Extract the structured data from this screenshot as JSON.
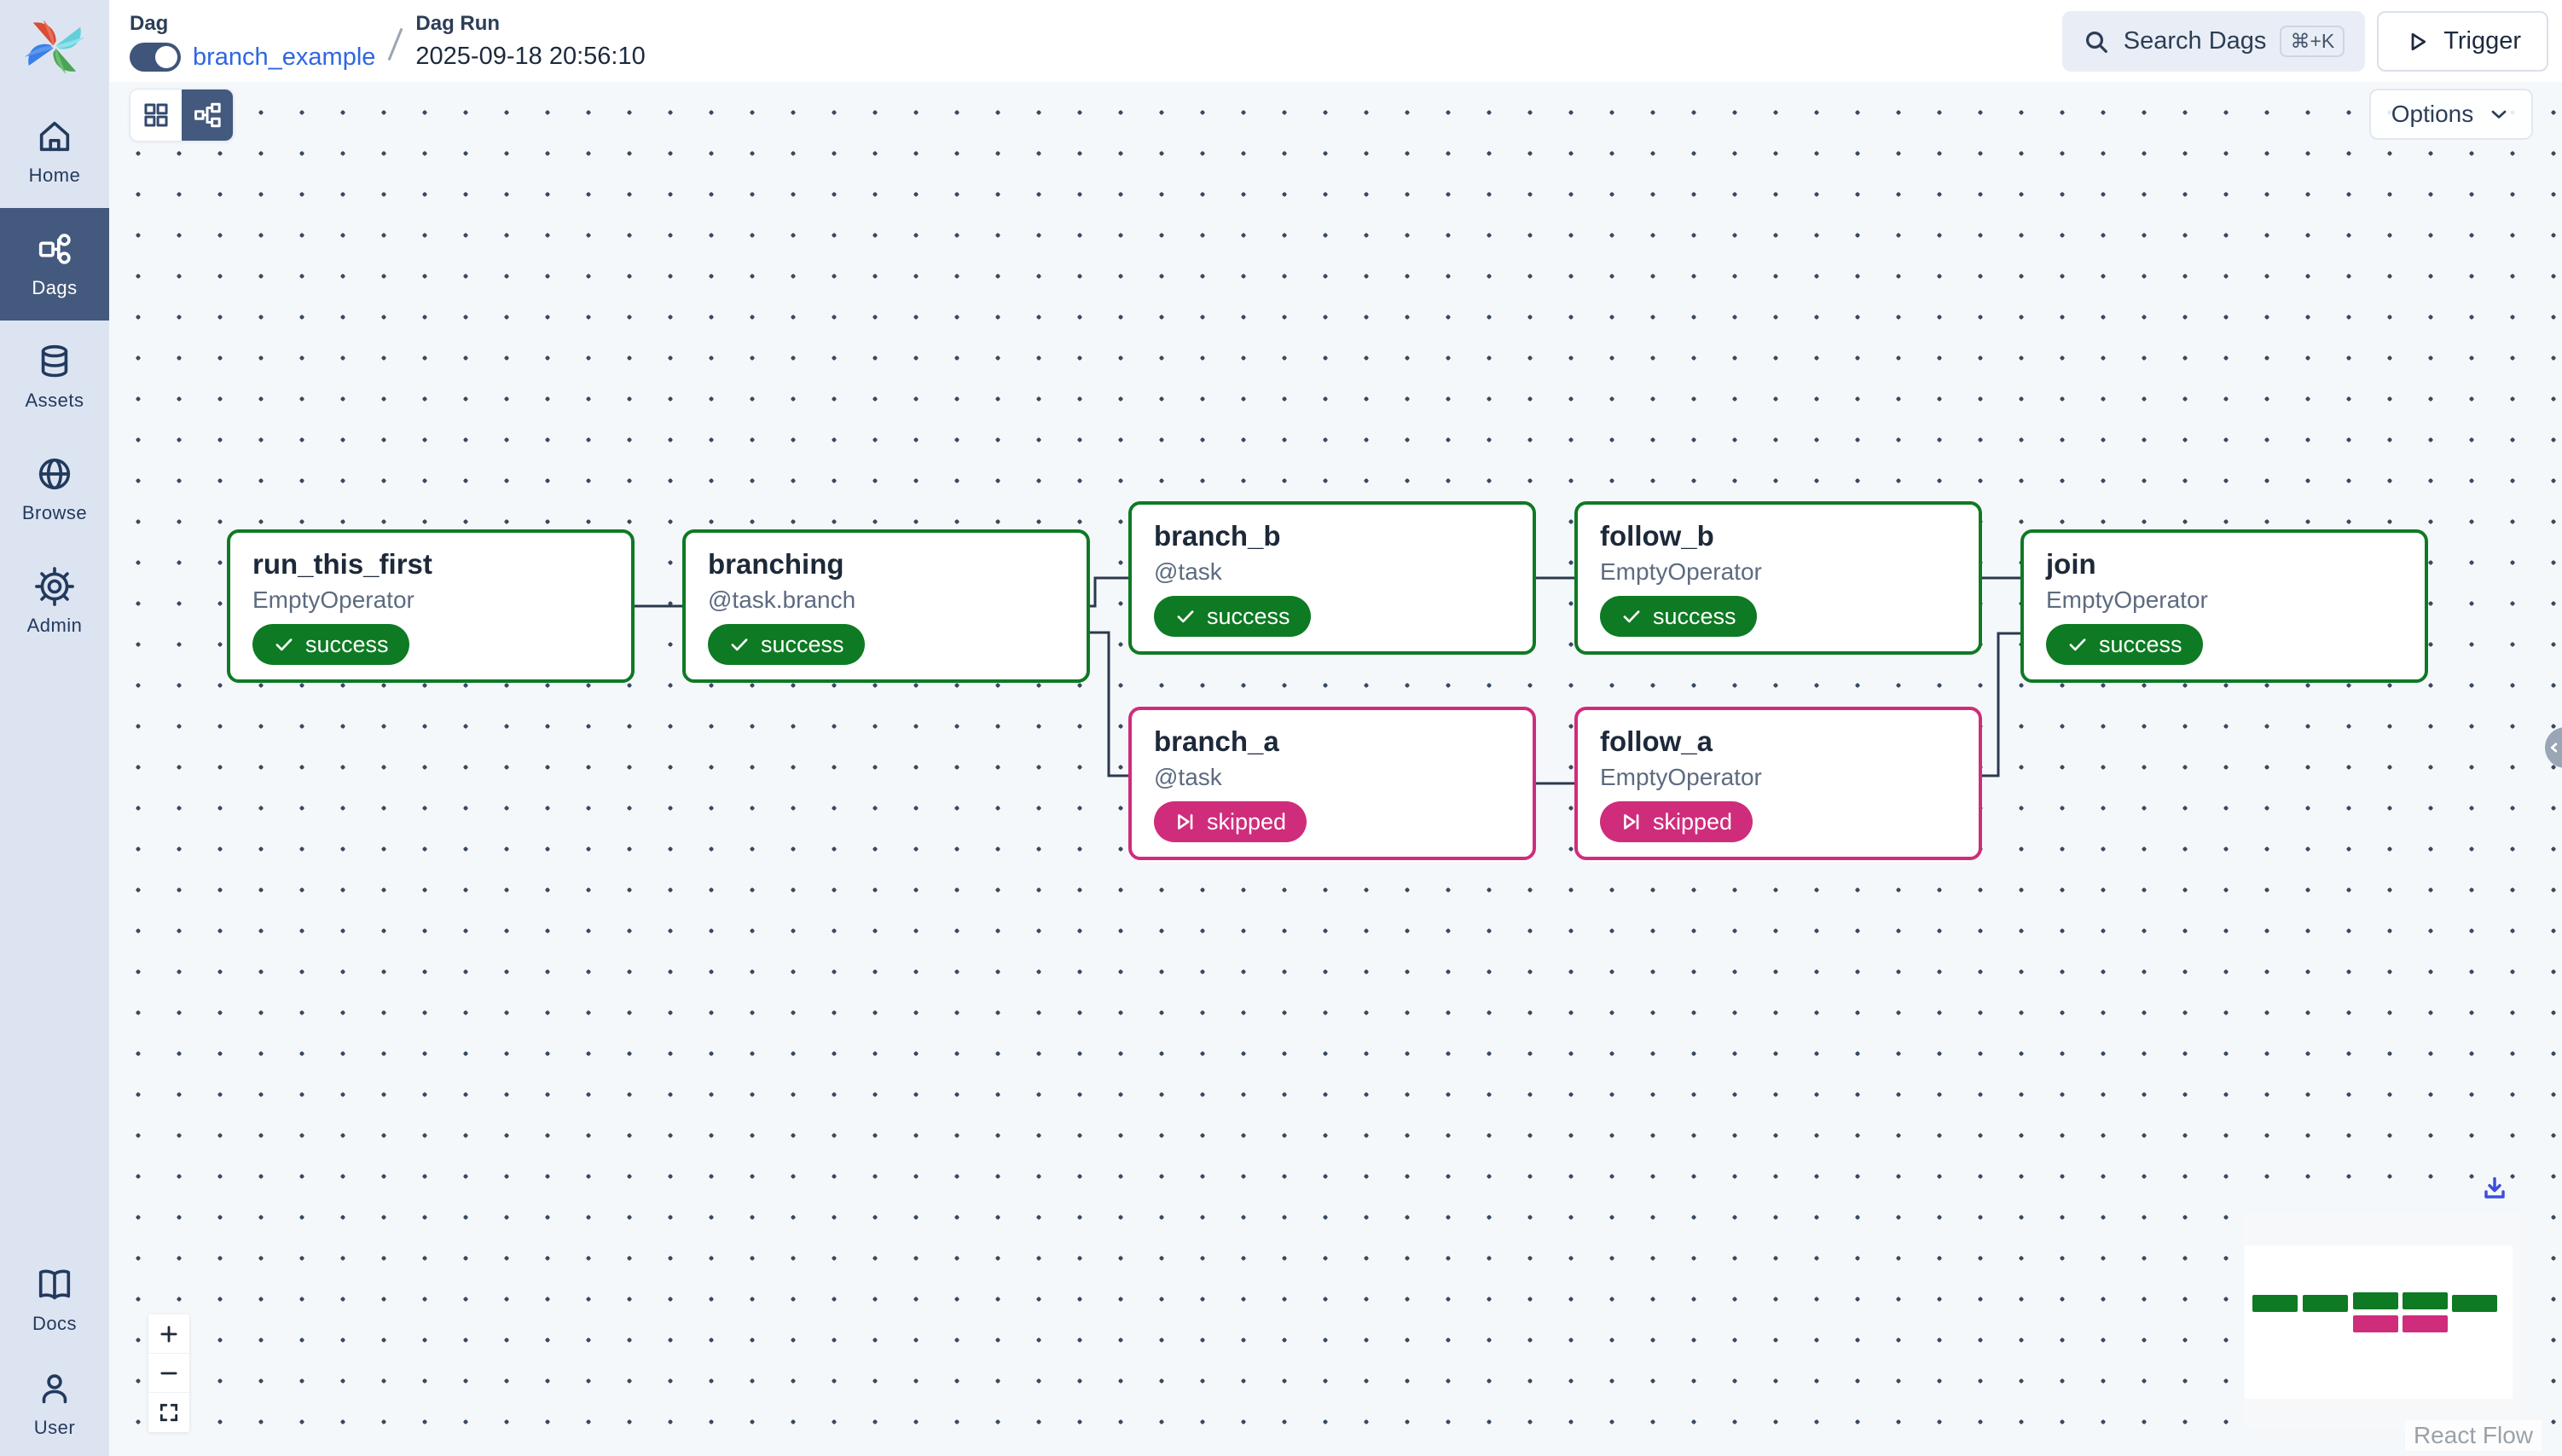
{
  "header": {
    "dag_label": "Dag",
    "dag_name": "branch_example",
    "dag_run_label": "Dag Run",
    "dag_run_value": "2025-09-18 20:56:10",
    "search_label": "Search Dags",
    "search_shortcut": "⌘+K",
    "trigger_label": "Trigger"
  },
  "sidebar": {
    "items": [
      {
        "label": "Home"
      },
      {
        "label": "Dags"
      },
      {
        "label": "Assets"
      },
      {
        "label": "Browse"
      },
      {
        "label": "Admin"
      }
    ],
    "bottom": [
      {
        "label": "Docs"
      },
      {
        "label": "User"
      }
    ]
  },
  "canvas": {
    "options_label": "Options",
    "attribution": "React Flow"
  },
  "nodes": [
    {
      "id": "run_this_first",
      "title": "run_this_first",
      "operator": "EmptyOperator",
      "state": "success"
    },
    {
      "id": "branching",
      "title": "branching",
      "operator": "@task.branch",
      "state": "success"
    },
    {
      "id": "branch_b",
      "title": "branch_b",
      "operator": "@task",
      "state": "success"
    },
    {
      "id": "follow_b",
      "title": "follow_b",
      "operator": "EmptyOperator",
      "state": "success"
    },
    {
      "id": "join",
      "title": "join",
      "operator": "EmptyOperator",
      "state": "success"
    },
    {
      "id": "branch_a",
      "title": "branch_a",
      "operator": "@task",
      "state": "skipped"
    },
    {
      "id": "follow_a",
      "title": "follow_a",
      "operator": "EmptyOperator",
      "state": "skipped"
    }
  ],
  "colors": {
    "success_green": "#0e7a23",
    "skipped_pink": "#d02c7c",
    "sidebar_bg": "#dde4f1",
    "active_navy": "#44597e",
    "canvas_bg": "#f5f8fb",
    "edge": "#2b394e",
    "link_blue": "#2f66e3",
    "download_blue": "#3b4fdb"
  }
}
